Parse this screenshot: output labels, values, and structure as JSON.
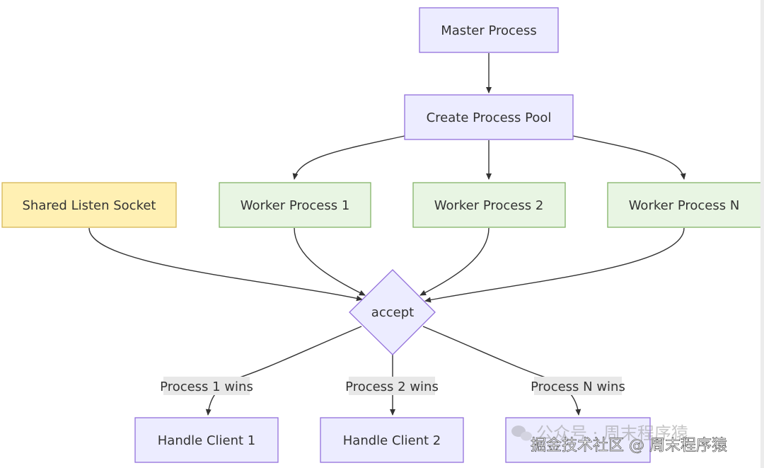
{
  "diagram": {
    "nodes": {
      "master": {
        "label": "Master Process"
      },
      "pool": {
        "label": "Create Process Pool"
      },
      "socket": {
        "label": "Shared Listen Socket"
      },
      "w1": {
        "label": "Worker Process 1"
      },
      "w2": {
        "label": "Worker Process 2"
      },
      "wn": {
        "label": "Worker Process N"
      },
      "accept": {
        "label": "accept"
      },
      "h1": {
        "label": "Handle Client 1"
      },
      "h2": {
        "label": "Handle Client 2"
      }
    },
    "edge_labels": {
      "p1": "Process 1 wins",
      "p2": "Process 2 wins",
      "pn": "Process N wins"
    }
  },
  "colors": {
    "process_fill": "#ECECFF",
    "process_stroke": "#9370DB",
    "socket_fill": "#FFF0B3",
    "socket_stroke": "#D6B656",
    "worker_fill": "#E8F5E3",
    "worker_stroke": "#82B366"
  },
  "watermark": {
    "line1": "公众号 · 周末程序猿",
    "line2": "掘金技术社区 @ 周末程序猿"
  }
}
